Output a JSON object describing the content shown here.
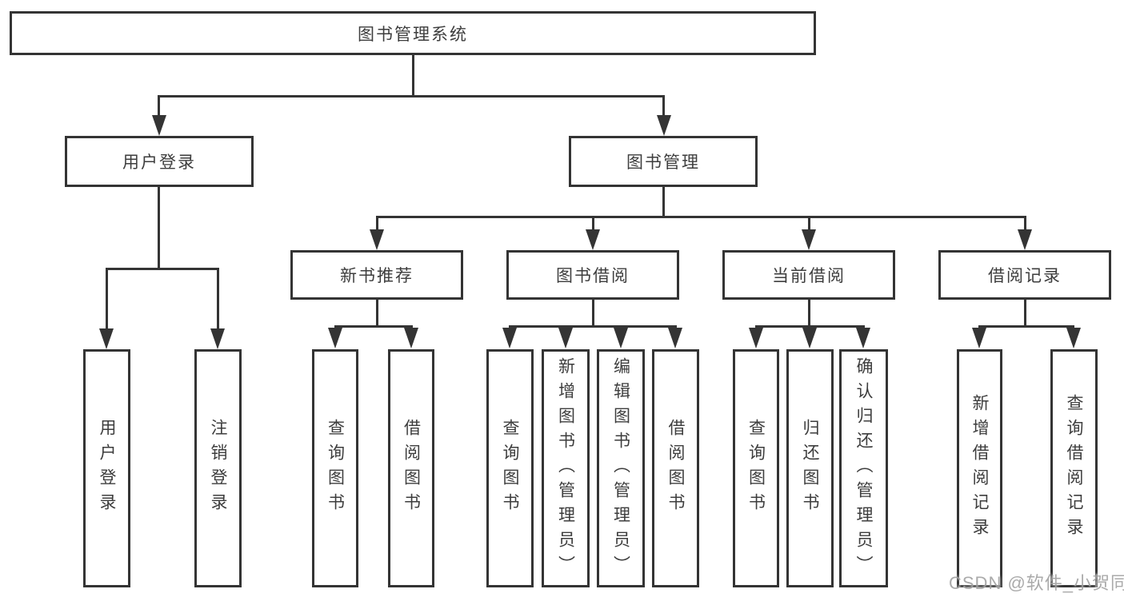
{
  "diagram": {
    "root": {
      "label": "图书管理系统"
    },
    "branches": [
      {
        "label": "用户登录",
        "children": [
          {
            "label": "用户登录"
          },
          {
            "label": "注销登录"
          }
        ]
      },
      {
        "label": "图书管理",
        "children": [
          {
            "label": "新书推荐",
            "children": [
              {
                "label": "查询图书"
              },
              {
                "label": "借阅图书"
              }
            ]
          },
          {
            "label": "图书借阅",
            "children": [
              {
                "label": "查询图书"
              },
              {
                "label": "新增图书（管理员）"
              },
              {
                "label": "编辑图书（管理员）"
              },
              {
                "label": "借阅图书"
              }
            ]
          },
          {
            "label": "当前借阅",
            "children": [
              {
                "label": "查询图书"
              },
              {
                "label": "归还图书"
              },
              {
                "label": "确认归还（管理员）"
              }
            ]
          },
          {
            "label": "借阅记录",
            "children": [
              {
                "label": "新增借阅记录"
              },
              {
                "label": "查询借阅记录"
              }
            ]
          }
        ]
      }
    ]
  },
  "watermark": {
    "text": "CSDN @软件_小贺同学"
  },
  "colors": {
    "line": "#343434",
    "text": "#3d3d3d",
    "watermark_text": "#9e9e9e",
    "background": "#ffffff"
  }
}
